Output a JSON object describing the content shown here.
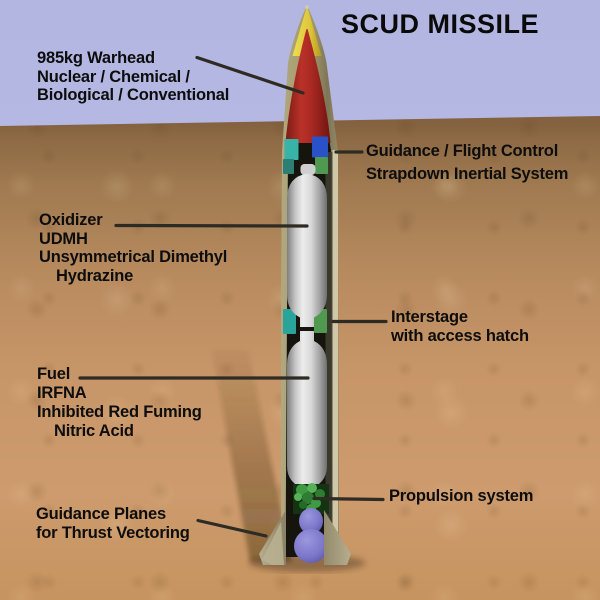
{
  "title": "SCUD MISSILE",
  "labels": {
    "warhead": {
      "line1": "985kg Warhead",
      "line2": "Nuclear / Chemical /",
      "line3": "Biological / Conventional"
    },
    "guidance": {
      "line1": "Guidance / Flight Control",
      "line2": "Strapdown Inertial System"
    },
    "oxidizer": {
      "line1": "Oxidizer",
      "line2": "UDMH",
      "line3": "Unsymmetrical Dimethyl",
      "line4": "Hydrazine"
    },
    "interstage": {
      "line1": "Interstage",
      "line2": "with access hatch"
    },
    "fuel": {
      "line1": "Fuel",
      "line2": "IRFNA",
      "line3": "Inhibited Red Fuming",
      "line4": "Nitric Acid"
    },
    "propulsion": {
      "line1": "Propulsion system"
    },
    "guidance_planes": {
      "line1": "Guidance Planes",
      "line2": "for Thrust Vectoring"
    }
  },
  "colors": {
    "sky": "#b5b9e3",
    "ground_horizon": "#84613f",
    "ground_sand": "#cd9b6d",
    "text": "#0d0d0d",
    "pointer": "#2e2a24",
    "shell": "#a69d77",
    "shell_edge": "#cfc7a8",
    "nose_tip": "#e6d244",
    "warhead": "#a82823",
    "bay": "#15150d",
    "box_teal": "#38b3a8",
    "box_teal_dark": "#2aa49a",
    "box_blue": "#2a52c8",
    "box_green": "#4f9a50",
    "tank": "#d6d6d6",
    "tank_cap": "#cfcfcf",
    "engine_green": "#3f9b42",
    "nozzle": "#7b76c9",
    "fin": "#a59c7d"
  }
}
